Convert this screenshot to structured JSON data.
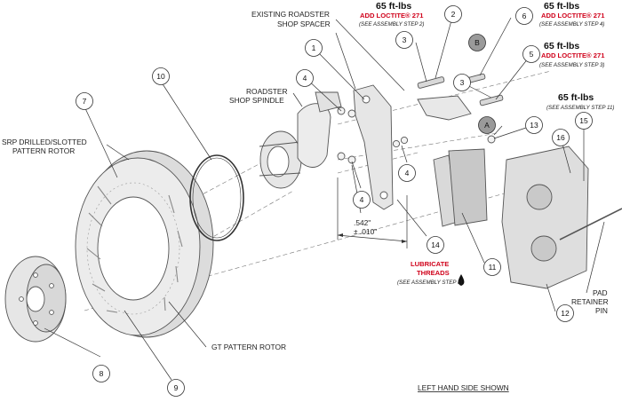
{
  "labels": {
    "existing_spacer_l1": "EXISTING ROADSTER",
    "existing_spacer_l2": "SHOP SPACER",
    "spindle_l1": "ROADSTER",
    "spindle_l2": "SHOP SPINDLE",
    "srp_rotor_l1": "SRP DRILLED/SLOTTED",
    "srp_rotor_l2": "PATTERN ROTOR",
    "gt_rotor": "GT PATTERN ROTOR",
    "dimension_l1": ".542\"",
    "dimension_l2": "± .010\"",
    "lubricate_l1": "LUBRICATE",
    "lubricate_l2": "THREADS",
    "lubricate_step": "(SEE ASSEMBLY STEP 8)",
    "pad_pin_l1": "PAD",
    "pad_pin_l2": "RETAINER",
    "pad_pin_l3": "PIN",
    "footer": "LEFT HAND SIDE SHOWN"
  },
  "torque_notes": [
    {
      "value": "65 ft-lbs",
      "loctite": "ADD LOCTITE® 271",
      "step": "(SEE ASSEMBLY STEP 2)"
    },
    {
      "value": "65 ft-lbs",
      "loctite": "ADD LOCTITE® 271",
      "step": "(SEE ASSEMBLY STEP 4)"
    },
    {
      "value": "65 ft-lbs",
      "loctite": "ADD LOCTITE® 271",
      "step": "(SEE ASSEMBLY STEP 3)"
    },
    {
      "value": "65 ft-lbs",
      "loctite": "",
      "step": "(SEE ASSEMBLY STEP 11)"
    }
  ],
  "callouts": {
    "c1": "1",
    "c2": "2",
    "c3a": "3",
    "c3b": "3",
    "c4a": "4",
    "c4b": "4",
    "c4c": "4",
    "c5": "5",
    "c6": "6",
    "c7": "7",
    "c8": "8",
    "c9": "9",
    "c10": "10",
    "c11": "11",
    "c12": "12",
    "c13": "13",
    "c14": "14",
    "c15": "15",
    "c16": "16",
    "cA": "A",
    "cB": "B"
  },
  "colors": {
    "loctite_red": "#d0021b",
    "grey_marker": "#9a9a9a",
    "part_fill": "#e6e6e6"
  }
}
